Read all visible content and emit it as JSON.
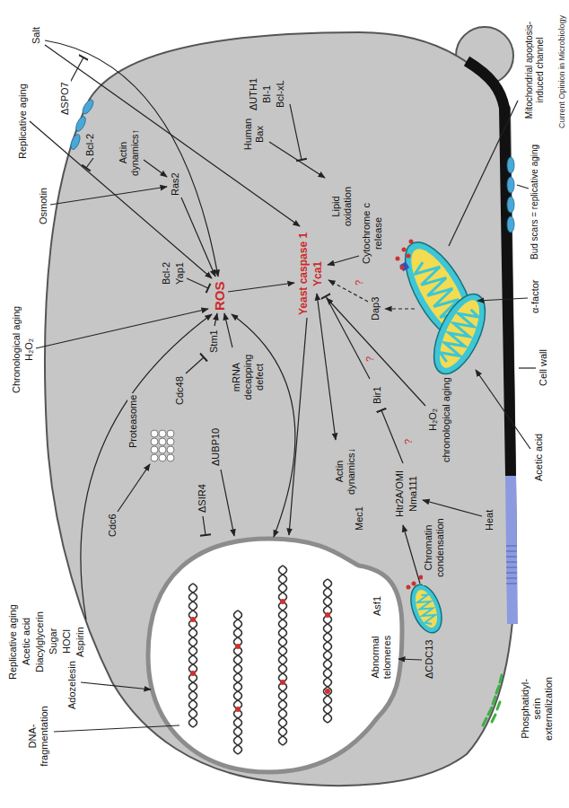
{
  "diagram": {
    "labels": [
      "Replicative aging",
      "Acetic acid",
      "Diacylglycerin",
      "Sugar",
      "HOCl",
      "Aspirin",
      "Chronological aging",
      "H₂O₂",
      "Osmotin",
      "Replicative aging",
      "Salt",
      "ΔSPO7",
      "Bcl-2",
      "Actin dynamics↑",
      "Ras2",
      "Bcl-2",
      "Yap1",
      "Proteasome",
      "Cdc48",
      "Cdc6",
      "Stm1",
      "ROS",
      "Human Bax",
      "ΔUTH1",
      "BI-1",
      "Bcl-xL",
      "Lipid oxidation",
      "mRNA decapping defect",
      "ΔUBP10",
      "ΔSIR4",
      "Yeast caspase 1",
      "Yca1",
      "Cytochrome c release",
      "Dap3",
      "?",
      "Bir1",
      "?",
      "Actin dynamics↓",
      "?",
      "Htr2A/OMI",
      "Nma111",
      "H₂O₂",
      "chronological aging",
      "Heat",
      "Mec1",
      "Chromatin condensation",
      "Asf1",
      "Abnormal telomeres",
      "ΔCDC13",
      "Adozelesin",
      "DNA-fragmentation",
      "Phosphatidyl-serin externalization",
      "Acetic acid",
      "Cell wall",
      "α-factor",
      "Bud scars = replicative aging",
      "Mitochondrial apoptosis-induced channel",
      "Current Opinion in Microbiology"
    ]
  }
}
